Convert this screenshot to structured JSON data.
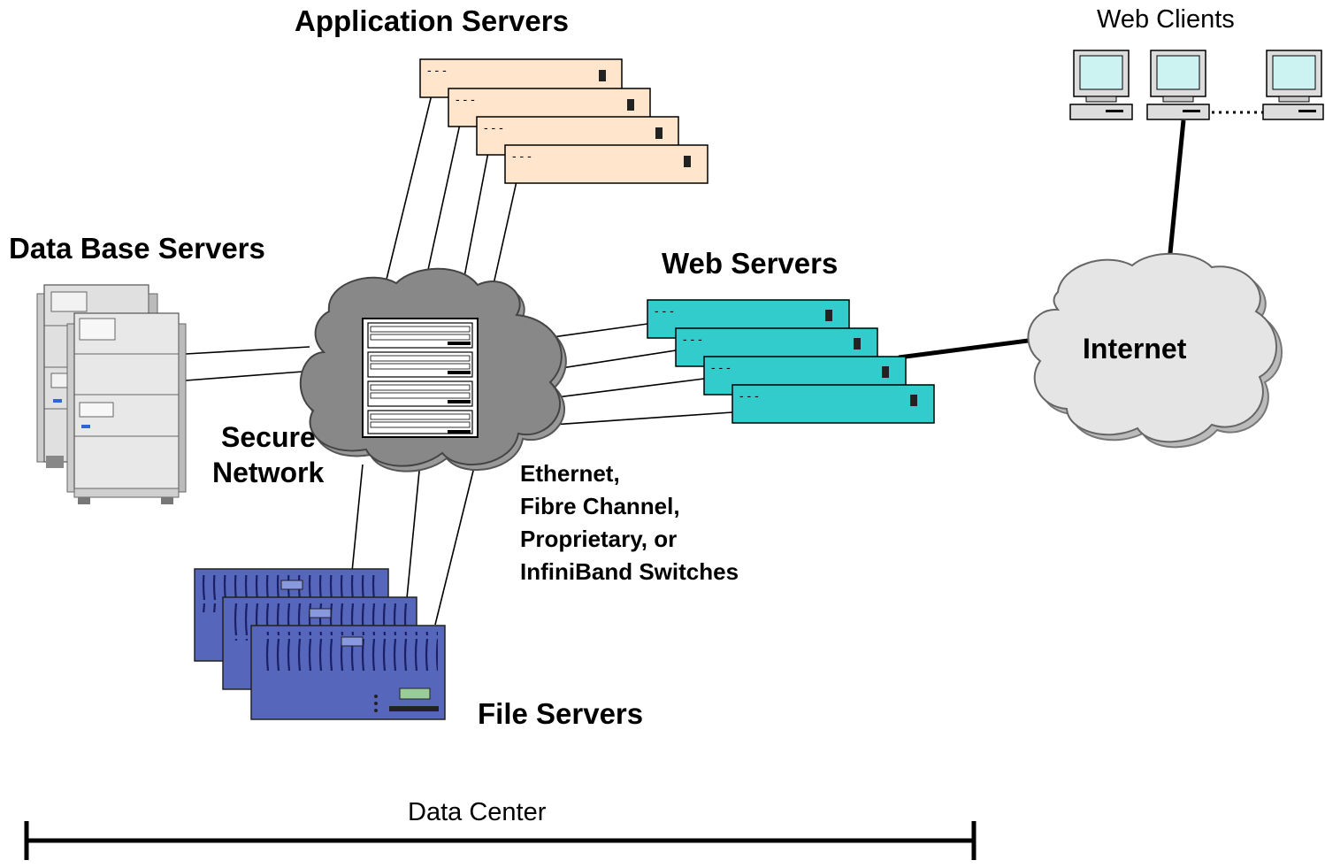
{
  "labels": {
    "application_servers": "Application Servers",
    "web_clients": "Web Clients",
    "database_servers": "Data Base Servers",
    "web_servers": "Web Servers",
    "internet": "Internet",
    "secure_network_line1": "Secure",
    "secure_network_line2": "Network",
    "switch_note": [
      "Ethernet,",
      "Fibre Channel,",
      "Proprietary, or",
      "InfiniBand Switches"
    ],
    "file_servers": "File Servers",
    "data_center": "Data Center"
  },
  "colors": {
    "app_server_fill": "#FFE5CC",
    "web_server_fill": "#33CCCC",
    "file_server_fill": "#5566BB",
    "cloud_gray": "#888888",
    "cloud_light": "#E5E5E5",
    "db_server_gray": "#E0E0E0"
  }
}
